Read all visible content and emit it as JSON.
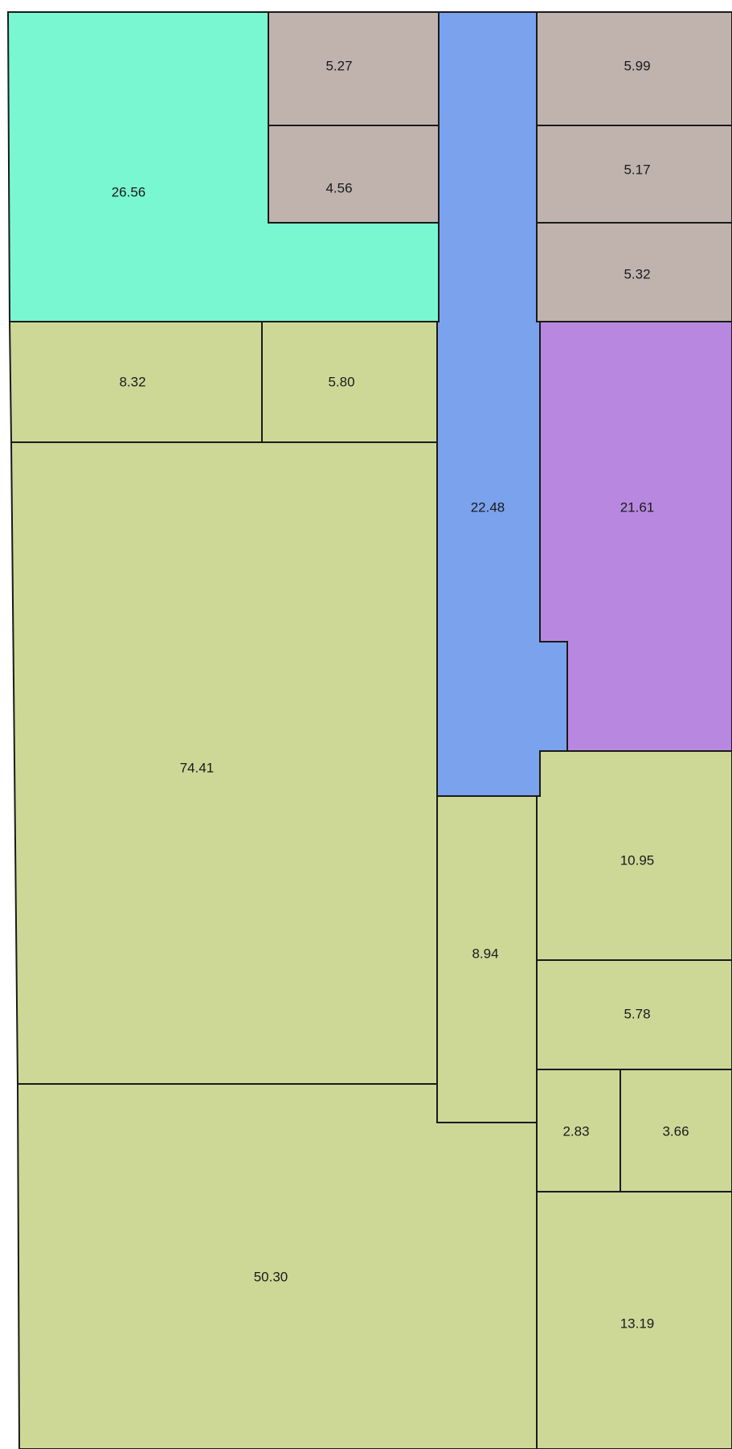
{
  "colors": {
    "teal": "#79f7d0",
    "taupe": "#c0b3ad",
    "blue": "#7ba2ed",
    "purple": "#b888e1",
    "olive": "#cdd897",
    "outline": "#1a1a1a"
  },
  "rooms": [
    {
      "id": "room-26-56",
      "label": "26.56",
      "color": "teal"
    },
    {
      "id": "room-5-27",
      "label": "5.27",
      "color": "taupe"
    },
    {
      "id": "room-4-56",
      "label": "4.56",
      "color": "taupe"
    },
    {
      "id": "room-22-48",
      "label": "22.48",
      "color": "blue"
    },
    {
      "id": "room-5-99",
      "label": "5.99",
      "color": "taupe"
    },
    {
      "id": "room-5-17",
      "label": "5.17",
      "color": "taupe"
    },
    {
      "id": "room-5-32",
      "label": "5.32",
      "color": "taupe"
    },
    {
      "id": "room-8-32",
      "label": "8.32",
      "color": "olive"
    },
    {
      "id": "room-5-80",
      "label": "5.80",
      "color": "olive"
    },
    {
      "id": "room-21-61",
      "label": "21.61",
      "color": "purple"
    },
    {
      "id": "room-74-41",
      "label": "74.41",
      "color": "olive"
    },
    {
      "id": "room-8-94",
      "label": "8.94",
      "color": "olive"
    },
    {
      "id": "room-10-95",
      "label": "10.95",
      "color": "olive"
    },
    {
      "id": "room-5-78",
      "label": "5.78",
      "color": "olive"
    },
    {
      "id": "room-2-83",
      "label": "2.83",
      "color": "olive"
    },
    {
      "id": "room-3-66",
      "label": "3.66",
      "color": "olive"
    },
    {
      "id": "room-50-30",
      "label": "50.30",
      "color": "olive"
    },
    {
      "id": "room-13-19",
      "label": "13.19",
      "color": "olive"
    }
  ]
}
